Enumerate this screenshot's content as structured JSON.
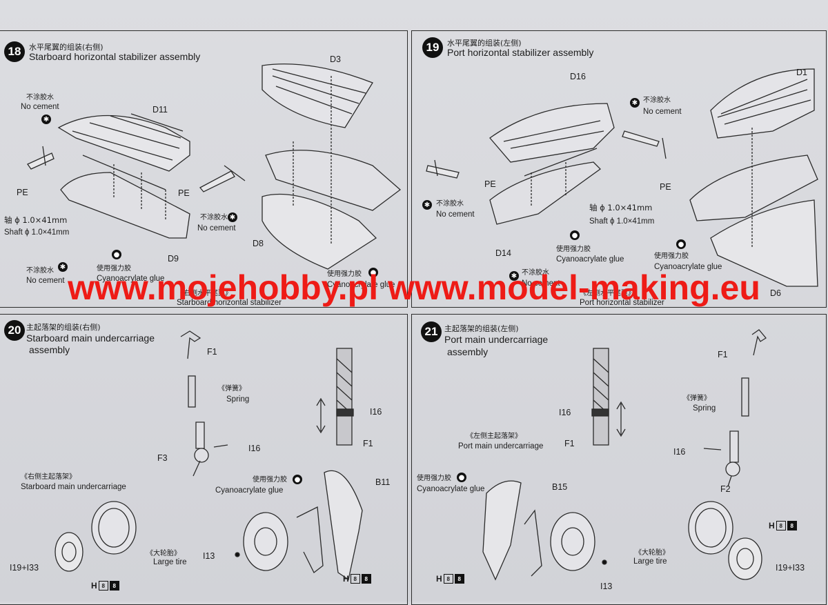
{
  "watermark": "www.mojehobby.pl www.model-making.eu",
  "steps": [
    {
      "number": "18",
      "title_cn": "水平尾翼的组装(右侧)",
      "title_en": "Starboard horizontal stabilizer assembly",
      "labels": {
        "d11": "D11",
        "d3": "D3",
        "d8": "D8",
        "d9": "D9",
        "pe_left": "PE",
        "pe_mid": "PE",
        "no_cement_cn_1": "不涂胶水",
        "no_cement_en_1": "No cement",
        "no_cement_cn_2": "不涂胶水",
        "no_cement_en_2": "No cement",
        "no_cement_cn_3": "不涂胶水",
        "no_cement_en_3": "No cement",
        "shaft_cn": "轴 ϕ 1.0×41mm",
        "shaft_en": "Shaft ϕ 1.0×41mm",
        "glue_cn": "使用强力胶",
        "glue_en": "Cyanoacrylate glue",
        "glue2_cn": "使用强力胶",
        "glue2_en": "Cyanoacrylate glue",
        "result_cn": "《右侧水平尾翼》",
        "result_en": "Starboard horizontal stabilizer"
      }
    },
    {
      "number": "19",
      "title_cn": "水平尾翼的组装(左侧)",
      "title_en": "Port horizontal stabilizer assembly",
      "labels": {
        "d1": "D1",
        "d16": "D16",
        "d14": "D14",
        "d6": "D6",
        "pe_left": "PE",
        "pe_right": "PE",
        "no_cement_cn_1": "不涂胶水",
        "no_cement_en_1": "No cement",
        "no_cement_cn_2": "不涂胶水",
        "no_cement_en_2": "No cement",
        "no_cement_cn_3": "不涂胶水",
        "no_cement_en_3": "No cement",
        "shaft_cn": "轴 ϕ 1.0×41mm",
        "shaft_en": "Shaft ϕ 1.0×41mm",
        "glue_cn": "使用强力胶",
        "glue_en": "Cyanoacrylate glue",
        "glue2_cn": "使用强力胶",
        "glue2_en": "Cyanoacrylate glue",
        "result_cn": "《左侧水平尾翼》",
        "result_en": "Port horizontal stabilizer"
      }
    },
    {
      "number": "20",
      "title_cn": "主起落架的组装(右侧)",
      "title_en_1": "Starboard main undercarriage",
      "title_en_2": "assembly",
      "labels": {
        "f1_top": "F1",
        "spring_cn": "《弹簧》",
        "spring_en": "Spring",
        "i16_left": "I16",
        "f3": "F3",
        "i16_right": "I16",
        "f1_right": "F1",
        "result_cn": "《右侧主起落架》",
        "result_en": "Starboard main undercarriage",
        "glue_cn": "使用强力胶",
        "glue_en": "Cyanoacrylate glue",
        "b11": "B11",
        "i13": "I13",
        "tire_cn": "《大轮胎》",
        "tire_en": "Large tire",
        "i19_i33": "I19+I33",
        "h1": "H",
        "h2": "H"
      }
    },
    {
      "number": "21",
      "title_cn": "主起落架的组装(左侧)",
      "title_en_1": "Port main undercarriage",
      "title_en_2": "assembly",
      "labels": {
        "f1_top": "F1",
        "spring_cn": "《弹簧》",
        "spring_en": "Spring",
        "i16_left": "I16",
        "f1_left": "F1",
        "i16_right": "I16",
        "f2": "F2",
        "result_cn": "《左侧主起落架》",
        "result_en": "Port main undercarriage",
        "glue_cn": "使用强力胶",
        "glue_en": "Cyanoacrylate glue",
        "b15": "B15",
        "i13": "I13",
        "tire_cn": "《大轮胎》",
        "tire_en": "Large tire",
        "i19_i33": "I19+I33",
        "h1": "H",
        "h2": "H"
      }
    }
  ],
  "badge_digits": [
    "8",
    "8"
  ]
}
